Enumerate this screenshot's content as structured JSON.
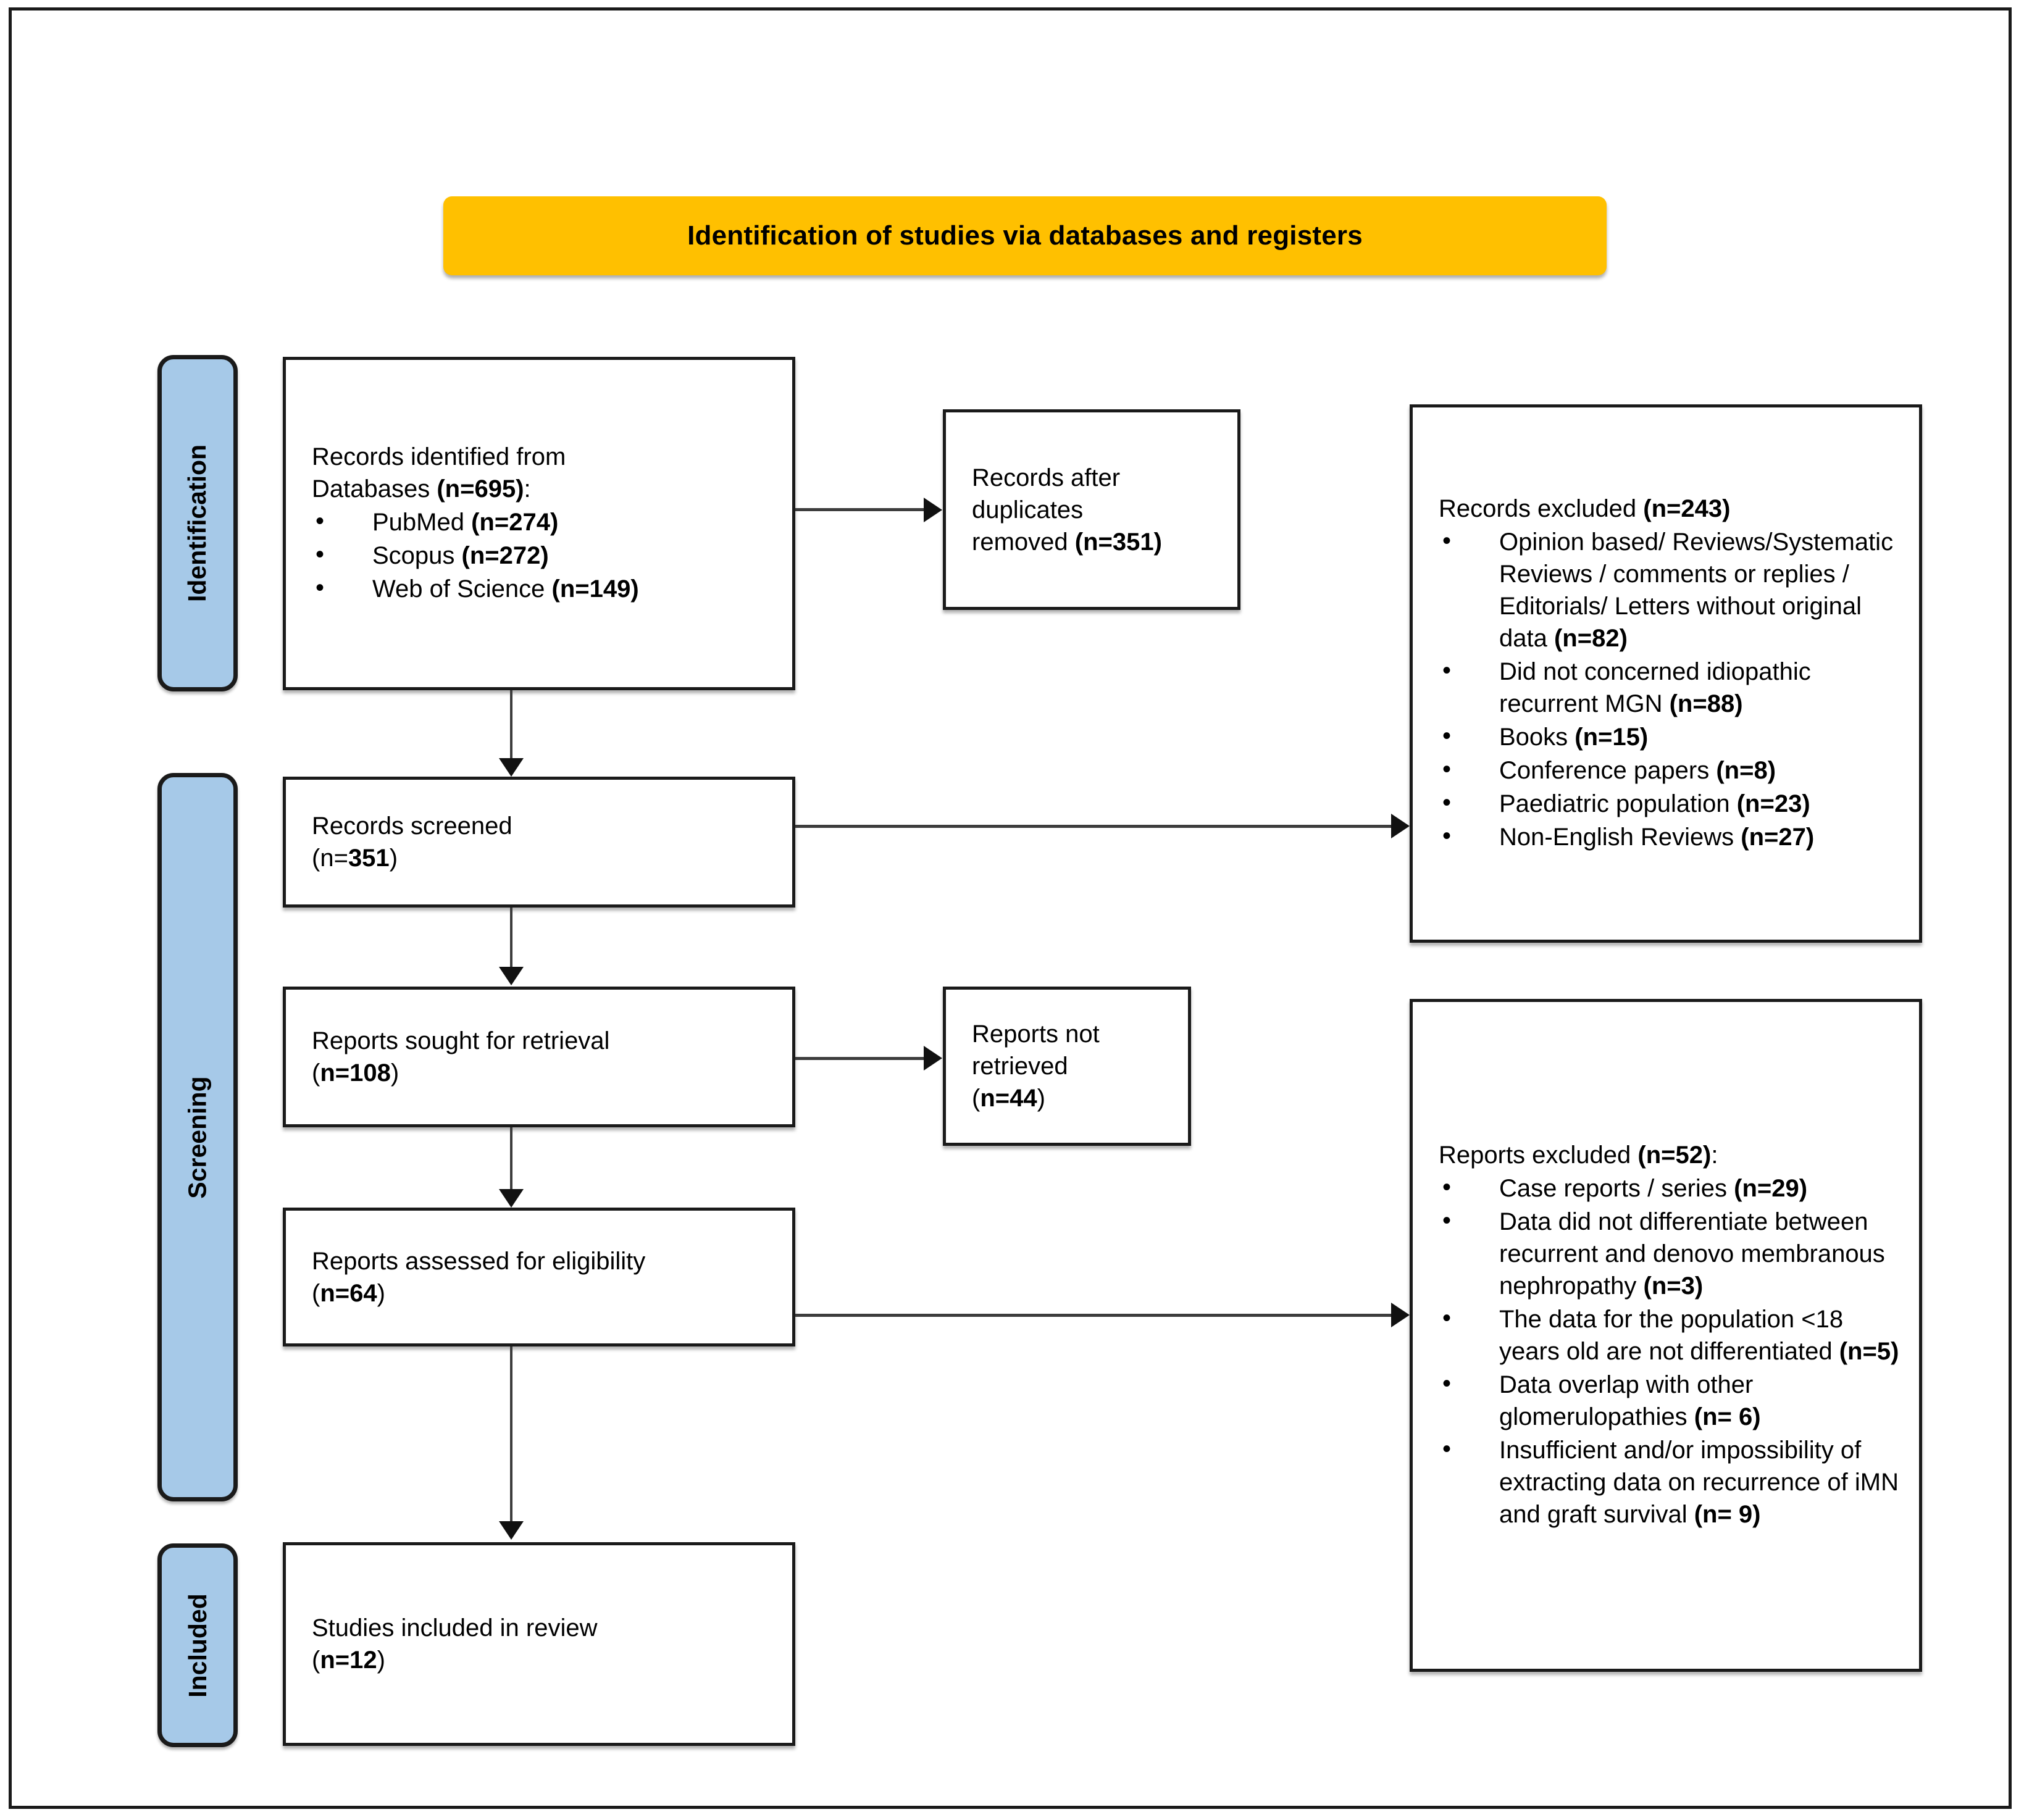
{
  "diagram": {
    "type": "PRISMA flow diagram",
    "banner": {
      "label": "Identification of studies via databases and registers",
      "color": "#FFC000"
    },
    "phase_color": "#A6C9E8",
    "phases": [
      {
        "key": "identification",
        "label": "Identification"
      },
      {
        "key": "screening",
        "label": "Screening"
      },
      {
        "key": "included",
        "label": "Included"
      }
    ],
    "nodes": {
      "records_identified": {
        "title_plain": "Records identified from",
        "title_second": "Databases ",
        "title_second_bold": "(n=695)",
        "title_second_tail": ":",
        "items": [
          {
            "text": "PubMed ",
            "bold": "(n=274)"
          },
          {
            "text": "Scopus ",
            "bold": "(n=272)"
          },
          {
            "text": "Web of Science ",
            "bold": "(n=149)"
          }
        ]
      },
      "records_after_duplicates": {
        "line1": "Records after",
        "line2": "duplicates",
        "line3": "removed ",
        "line3_bold": "(n=351)"
      },
      "records_excluded": {
        "heading": "Records excluded ",
        "heading_bold": "(n=243)",
        "items": [
          {
            "text": "Opinion based/ Reviews/Systematic Reviews / comments or replies / Editorials/ Letters without original data ",
            "bold": "(n=82)"
          },
          {
            "text": "Did not concerned idiopathic recurrent MGN ",
            "bold": "(n=88)"
          },
          {
            "text": "Books ",
            "bold": "(n=15)"
          },
          {
            "text": "Conference papers ",
            "bold": "(n=8)"
          },
          {
            "text": "Paediatric population ",
            "bold": "(n=23)"
          },
          {
            "text": "Non-English Reviews ",
            "bold": "(n=27)"
          }
        ]
      },
      "records_screened": {
        "line1": "Records screened",
        "line2_prefix": "(n=",
        "line2_bold": "351",
        "line2_suffix": ")"
      },
      "reports_sought": {
        "line1": "Reports sought for retrieval",
        "line2_prefix": "(",
        "line2_bold": "n=108",
        "line2_suffix": ")"
      },
      "reports_not_retrieved": {
        "line1": "Reports not",
        "line2": "retrieved",
        "line3_prefix": "(",
        "line3_bold": "n=44",
        "line3_suffix": ")"
      },
      "reports_assessed": {
        "line1": "Reports assessed for eligibility",
        "line2_prefix": "(",
        "line2_bold": "n=64",
        "line2_suffix": ")"
      },
      "reports_excluded": {
        "heading": "Reports excluded ",
        "heading_bold": "(n=52)",
        "heading_tail": ":",
        "items": [
          {
            "text": "Case reports / series ",
            "bold": "(n=29)"
          },
          {
            "text": "Data did not differentiate between recurrent and denovo membranous nephropathy ",
            "bold": "(n=3)"
          },
          {
            "text": "The data for the population <18 years old are not differentiated ",
            "bold": "(n=5)"
          },
          {
            "text": "Data overlap with other glomerulopathies ",
            "bold": "(n= 6)"
          },
          {
            "text": "Insufficient and/or impossibility of extracting data on recurrence of iMN and graft survival ",
            "bold": "(n= 9)"
          }
        ]
      },
      "studies_included": {
        "line1": "Studies included in review",
        "line2_prefix": "(",
        "line2_bold": "n=12",
        "line2_suffix": ")"
      }
    }
  }
}
